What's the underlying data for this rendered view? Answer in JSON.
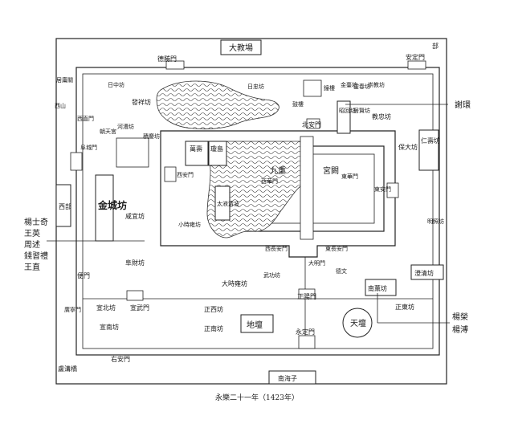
{
  "caption": "永樂二十一年（1423年）",
  "labels": {
    "da_jiao_chang": "大教場",
    "corner_tr": "部",
    "de_sheng_men": "德勝門",
    "an_ding_men": "安定門",
    "ju_yong_guan": "居庸關",
    "xi_shan": "西山",
    "xi_zhi_men": "西直門",
    "ri_zhong_fang": "日中坊",
    "fa_xiang_fang": "發祥坊",
    "ri_zhong_fang2": "日忠坊",
    "jin_tai_fang": "金臺坊",
    "ling_chun_fang": "靈春坊",
    "chong_jiao_fang": "崇教坊",
    "jing_lou": "鐘樓",
    "gu_lou": "鼓樓",
    "zhao_hui_fang": "昭回坊",
    "ju_xian_fang": "居賢坊",
    "jiao_zhong_fang": "教忠坊",
    "bei_an_men": "北安門",
    "xie_huan": "謝環",
    "chao_tian_gong": "朝天宮",
    "he_chuan_fang": "河漕坊",
    "ji_qing_fang": "積慶坊",
    "fu_cheng_men": "阜城門",
    "wan_shou": "萬壽",
    "qiong_dao": "瓊島",
    "ren_shou_fang": "仁壽坊",
    "bao_da_fang": "保大坊",
    "xi_an_men": "西安門",
    "jiu_chong": "九重",
    "gong_que": "宮闕",
    "xi_hua_men": "西華門",
    "dong_hua_men": "東華門",
    "dong_an_men": "東安門",
    "tai_ye_qing_bo": "太液清波",
    "jin_cheng_fang": "金城坊",
    "xian_yi_fang": "咸宜坊",
    "xi_bu": "西部",
    "xiao_shi_yong_fang": "小時雍坊",
    "ming_zhao_fang": "明照坊",
    "names_left": [
      "楊士奇",
      "王英",
      "周述",
      "錢習禮",
      "王直"
    ],
    "xi_chang_an_men": "西長安門",
    "dong_chang_an_men": "東長安門",
    "da_ming_men": "大明門",
    "fu_cai_fang": "阜財坊",
    "da_shi_yong_fang": "大時雍坊",
    "wu_gong_fang": "武功坊",
    "de_wen": "德文",
    "cheng_qing_fang": "澄清坊",
    "bian_men": "便門",
    "zheng_yang_men": "正陽門",
    "nan_xun_fang": "南薰坊",
    "guang_ning_men": "廣寧門",
    "xuan_bei_fang": "宣北坊",
    "xuan_wu_men": "宣武門",
    "zheng_xi_fang": "正西坊",
    "zheng_dong_fang": "正東坊",
    "di_tan": "地壇",
    "tian_tan": "天壇",
    "names_right": [
      "楊榮",
      "楊溥"
    ],
    "xuan_nan_fang": "宣南坊",
    "zheng_nan_fang": "正南坊",
    "yong_ding_men": "永定門",
    "you_an_men": "右安門",
    "lu_gou_qiao": "盧溝橋",
    "nan_hai_zi": "南海子"
  }
}
